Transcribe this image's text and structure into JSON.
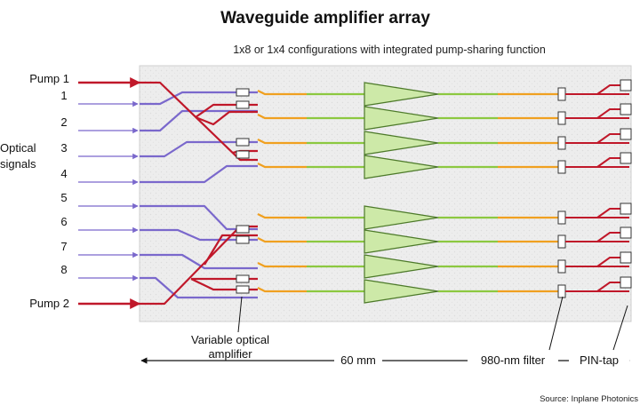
{
  "title": "Waveguide amplifier array",
  "subtitle": "1x8 or 1x4 configurations with integrated pump-sharing function",
  "inputs": {
    "pump1": "Pump 1",
    "pump2": "Pump 2",
    "signals": [
      "1",
      "2",
      "3",
      "4",
      "5",
      "6",
      "7",
      "8"
    ],
    "group_label_line1": "Optical",
    "group_label_line2": "signals"
  },
  "labels": {
    "voa_line1": "Variable optical",
    "voa_line2": "amplifier",
    "length": "60 mm",
    "filter": "980-nm filter",
    "pin": "PIN-tap"
  },
  "source": "Source: Inplane Photonics",
  "colors": {
    "pump": "#c0182a",
    "signal": "#7a68cc",
    "combined": "#f0a020",
    "amplified": "#8cc840",
    "amplifier_fill": "#cde9a8",
    "chip_fill": "#ececec"
  }
}
